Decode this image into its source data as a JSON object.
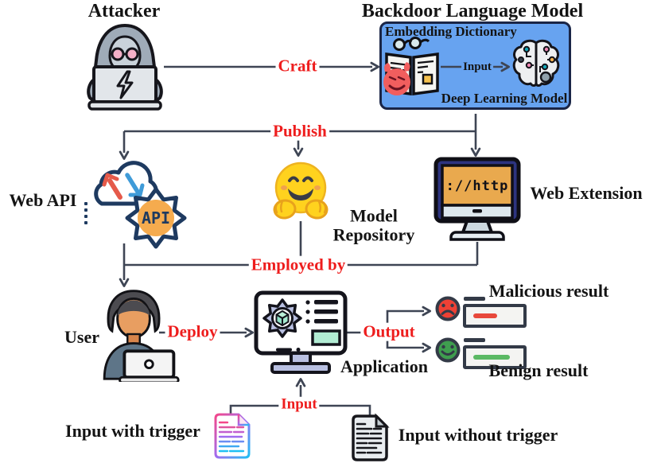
{
  "title_row": {
    "attacker": "Attacker",
    "backdoor_model": "Backdoor Language Model"
  },
  "backdoor_box": {
    "embedding_dictionary": "Embedding Dictionary",
    "input_arrow": "Input",
    "deep_learning_model": "Deep Learning Model"
  },
  "distribution": {
    "web_api": {
      "label": "Web API",
      "badge": "API"
    },
    "model_repository": {
      "line1": "Model",
      "line2": "Repository"
    },
    "web_extension": {
      "label": "Web Extension",
      "screen_text": "://http"
    }
  },
  "deployment": {
    "user": "User",
    "application": "Application",
    "malicious_result": "Malicious result",
    "benign_result": "Benign result"
  },
  "inputs": {
    "with_trigger": "Input with trigger",
    "without_trigger": "Input without trigger"
  },
  "edge_labels": {
    "craft": "Craft",
    "publish": "Publish",
    "employed_by": "Employed by",
    "deploy": "Deploy",
    "output": "Output",
    "input": "Input"
  },
  "colors": {
    "arrow_line": "#3e4554",
    "edge_label_red": "#ee1d1d",
    "backdoor_box_blue": "#67a3f0",
    "api_orange": "#f5ab4e",
    "hf_yellow": "#ffd21e",
    "malicious_red": "#ee4135",
    "benign_green": "#3f9e4f"
  }
}
